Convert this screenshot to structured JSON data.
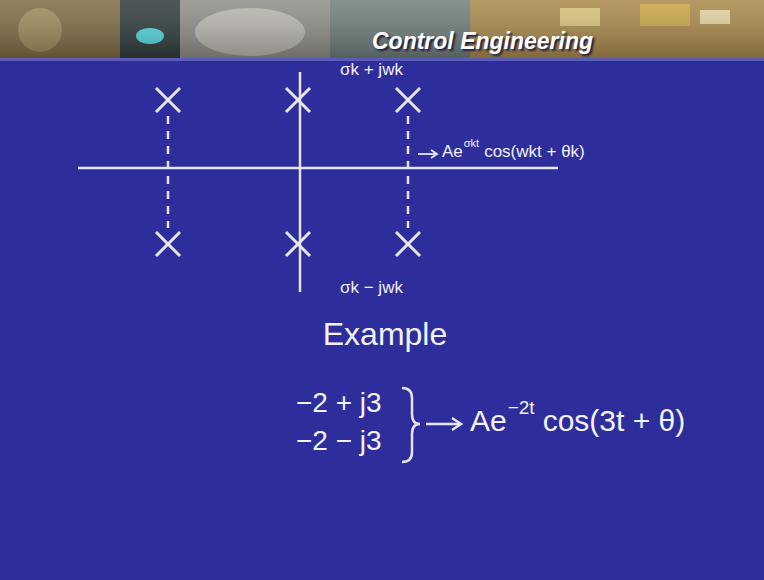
{
  "diagram": {
    "title": "Control Engineering",
    "labels": [
      "σk + jwk",
      "Ae",
      "σkt",
      "cos(wkt + θk)",
      "σk − jwk",
      "Example",
      "−2 + j3",
      "−2 − j3",
      "Ae",
      "−2t",
      "cos(3t + θ)"
    ]
  }
}
